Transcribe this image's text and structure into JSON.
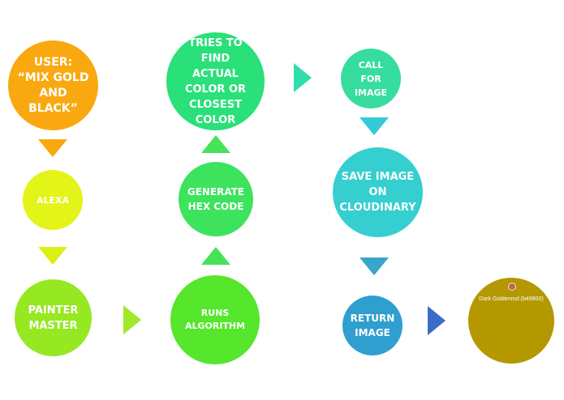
{
  "nodes": {
    "user": "USER: “MIX GOLD AND BLACK”",
    "alexa": "ALEXA",
    "painter": "PAINTER MASTER",
    "runs": "RUNS ALGORITHM",
    "hex": "GENERATE HEX CODE",
    "tries": "TRIES TO FIND ACTUAL COLOR OR CLOSEST COLOR",
    "call": "CALL FOR IMAGE",
    "save": "SAVE IMAGE ON CLOUDINARY",
    "return": "RETURN IMAGE",
    "result": "Dark Goldenrod (b49800)"
  },
  "colors": {
    "user": "#f9a90f",
    "alexa": "#e2f418",
    "painter": "#96e823",
    "runs": "#56e62b",
    "hex": "#3de35d",
    "tries": "#29e079",
    "call": "#37dd9e",
    "save": "#35cfd0",
    "return": "#2f9fd0",
    "result": "#b49800",
    "arrow_orange": "#f9a90f",
    "arrow_yellow": "#dcef14",
    "arrow_lime": "#a0e82a",
    "arrow_green": "#45e25a",
    "arrow_teal": "#2fddad",
    "arrow_cyan": "#35c9d6",
    "arrow_blue": "#36a7c9",
    "arrow_dark_blue": "#3a6cc9"
  },
  "icons": {
    "result_marker": "color-swatch-icon"
  }
}
